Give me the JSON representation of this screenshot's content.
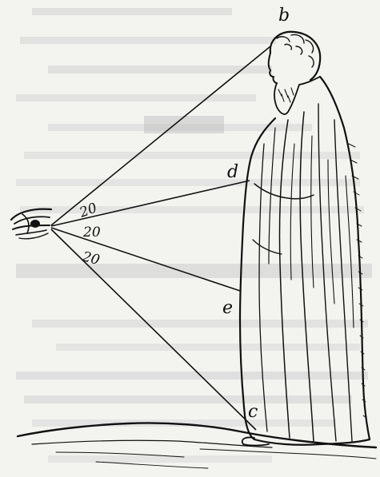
{
  "labels": {
    "b": "b",
    "d": "d",
    "e": "e",
    "c": "c"
  },
  "angles": [
    "20",
    "20",
    "20"
  ],
  "colors": {
    "paper": "#f3f3f0",
    "ink": "#111111",
    "bleed_through": "#9a9a9a"
  }
}
